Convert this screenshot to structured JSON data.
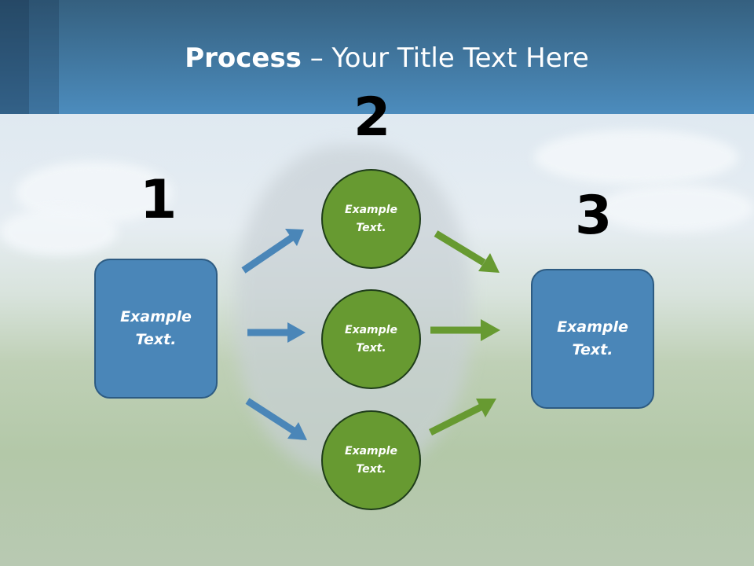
{
  "title": {
    "bold": "Process",
    "rest": " – Your Title Text Here"
  },
  "steps": [
    {
      "number": "1"
    },
    {
      "number": "2"
    },
    {
      "number": "3"
    }
  ],
  "left_box": {
    "line1": "Example",
    "line2": "Text."
  },
  "right_box": {
    "line1": "Example",
    "line2": "Text."
  },
  "circles": [
    {
      "line1": "Example",
      "line2": "Text."
    },
    {
      "line1": "Example",
      "line2": "Text."
    },
    {
      "line1": "Example",
      "line2": "Text."
    }
  ],
  "colors": {
    "blue": "#4a86b8",
    "green": "#679a31",
    "header": "#4c8cbd"
  }
}
